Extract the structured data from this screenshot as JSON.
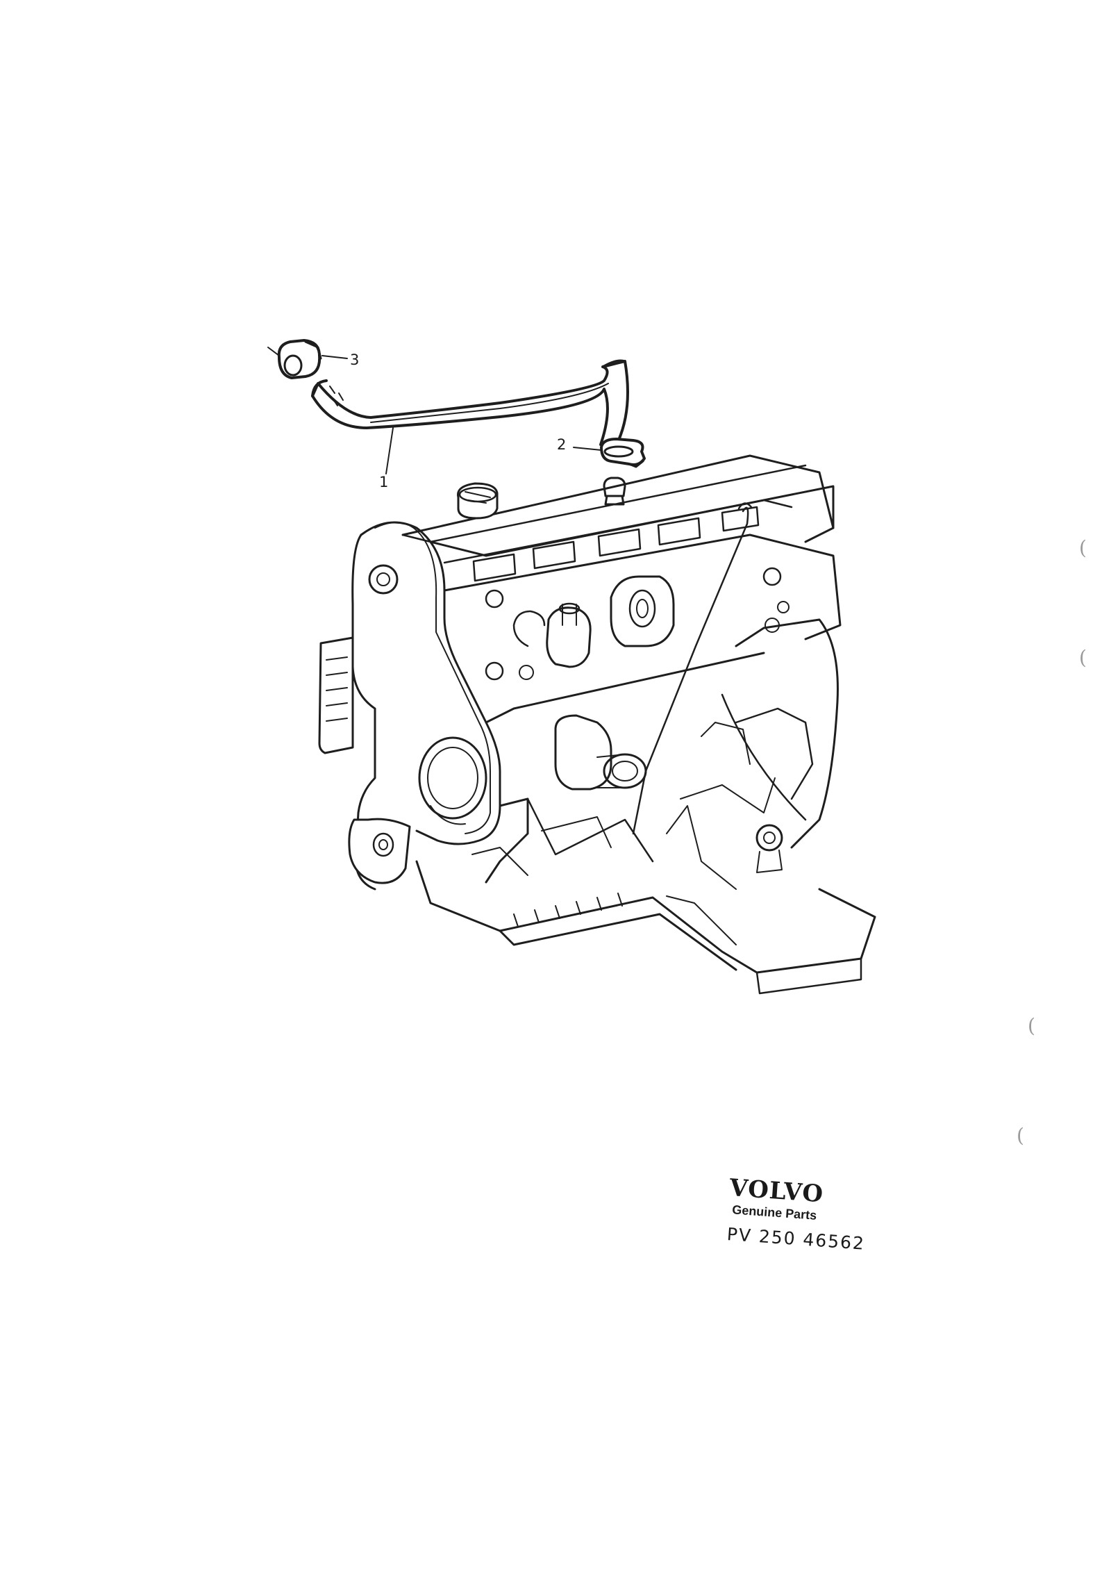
{
  "callouts": {
    "c1": "1",
    "c2": "2",
    "c3": "3"
  },
  "brand": {
    "name": "VOLVO",
    "subtitle": "Genuine Parts"
  },
  "part_number": "PV 250 46562",
  "margin_marks": [
    "(",
    "(",
    "(",
    "("
  ]
}
